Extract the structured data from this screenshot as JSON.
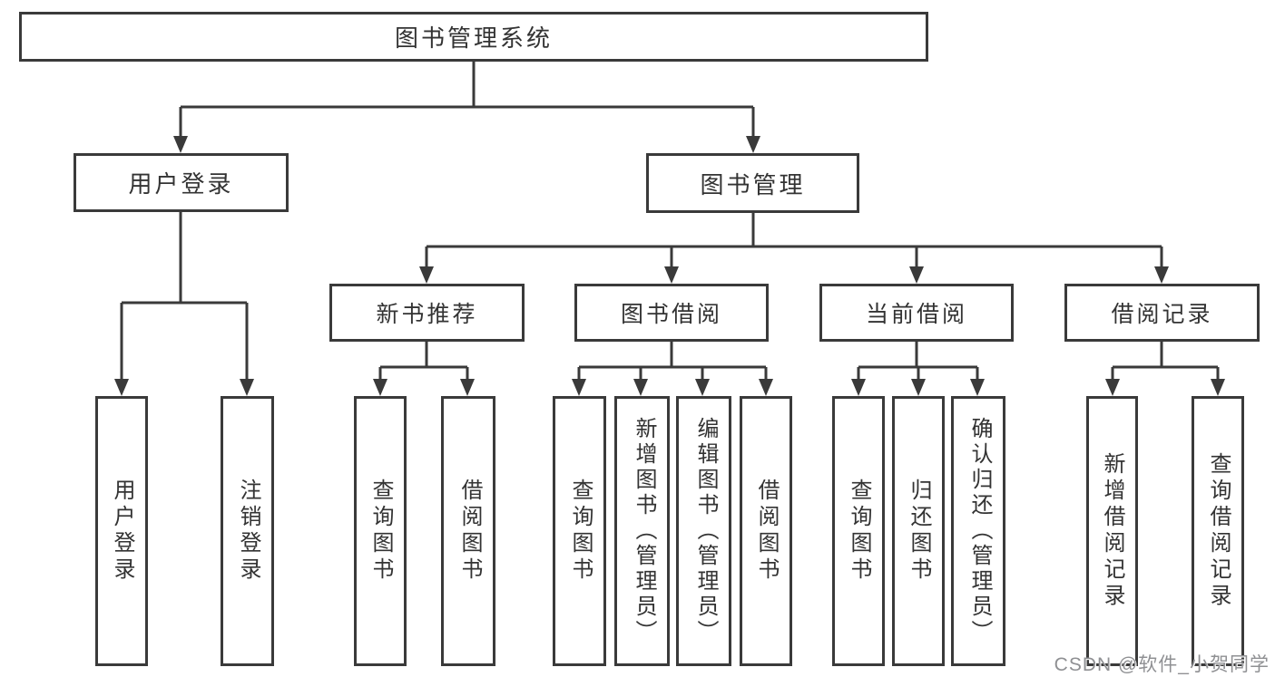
{
  "tree": {
    "root": {
      "label": "图书管理系统"
    },
    "user_login": {
      "label": "用户登录",
      "children": [
        {
          "label": "用户登录"
        },
        {
          "label": "注销登录"
        }
      ]
    },
    "book_mgmt": {
      "label": "图书管理"
    },
    "new_books": {
      "label": "新书推荐",
      "children": [
        {
          "label": "查询图书"
        },
        {
          "label": "借阅图书"
        }
      ]
    },
    "borrowing": {
      "label": "图书借阅",
      "children": [
        {
          "label": "查询图书"
        },
        {
          "label": "新增图书（管理员）"
        },
        {
          "label": "编辑图书（管理员）"
        },
        {
          "label": "借阅图书"
        }
      ]
    },
    "current_borrow": {
      "label": "当前借阅",
      "children": [
        {
          "label": "查询图书"
        },
        {
          "label": "归还图书"
        },
        {
          "label": "确认归还（管理员）"
        }
      ]
    },
    "borrow_records": {
      "label": "借阅记录",
      "children": [
        {
          "label": "新增借阅记录"
        },
        {
          "label": "查询借阅记录"
        }
      ]
    }
  },
  "watermark": {
    "text": "CSDN @软件_小贺同学"
  },
  "colors": {
    "line": "#3a3a3a",
    "text": "#333333",
    "watermark": "#8f9093",
    "background": "#ffffff"
  }
}
